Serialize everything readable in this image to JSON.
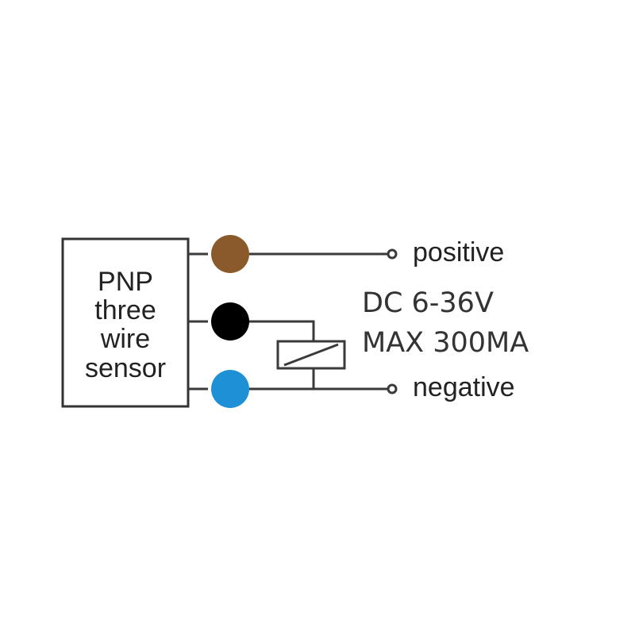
{
  "sensor": {
    "line1": "PNP",
    "line2": "three",
    "line3": "wire",
    "line4": "sensor"
  },
  "terminals": {
    "positive": "positive",
    "negative": "negative"
  },
  "specs": {
    "voltage": "DC 6-36V",
    "current": "MAX 300MA"
  },
  "colors": {
    "brown_wire": "#8b5a2b",
    "black_wire": "#000000",
    "blue_wire": "#1e90d6",
    "line": "#3a3a3a"
  }
}
